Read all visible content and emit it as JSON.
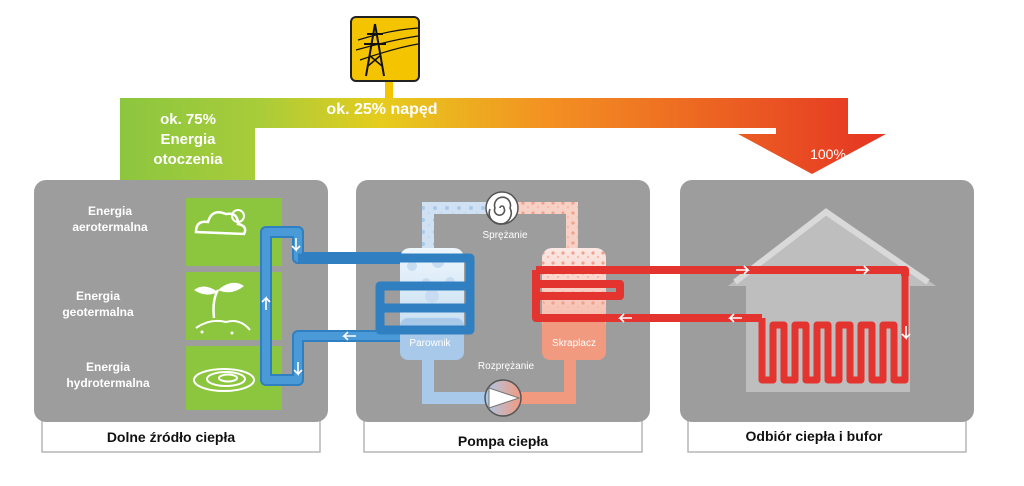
{
  "top_arrow": {
    "ambient_percent": "ok. 75%",
    "ambient_line1": "Energia",
    "ambient_line2": "otoczenia",
    "drive_label": "ok. 25% napęd",
    "total_label": "100%"
  },
  "sources": {
    "items": [
      {
        "line1": "Energia",
        "line2": "aerotermalna",
        "icon": "cloud-sun-icon"
      },
      {
        "line1": "Energia",
        "line2": "geotermalna",
        "icon": "seedling-icon"
      },
      {
        "line1": "Energia",
        "line2": "hydrotermalna",
        "icon": "water-ripple-icon"
      }
    ],
    "caption": "Dolne źródło ciepła"
  },
  "pump": {
    "compression_label": "Sprężanie",
    "expansion_label": "Rozprężanie",
    "evaporator_label": "Parownik",
    "condenser_label": "Skraplacz",
    "caption": "Pompa ciepła"
  },
  "receiver": {
    "caption": "Odbiór ciepła i bufor"
  },
  "icons": {
    "power": "power-pylon-icon"
  },
  "colors": {
    "green": "#8cc63f",
    "yellow": "#f5c400",
    "orange": "#f39222",
    "red": "#e53323",
    "panel": "#9d9d9d",
    "blue": "#3a8fd0",
    "pipe_red": "#e3342f"
  }
}
